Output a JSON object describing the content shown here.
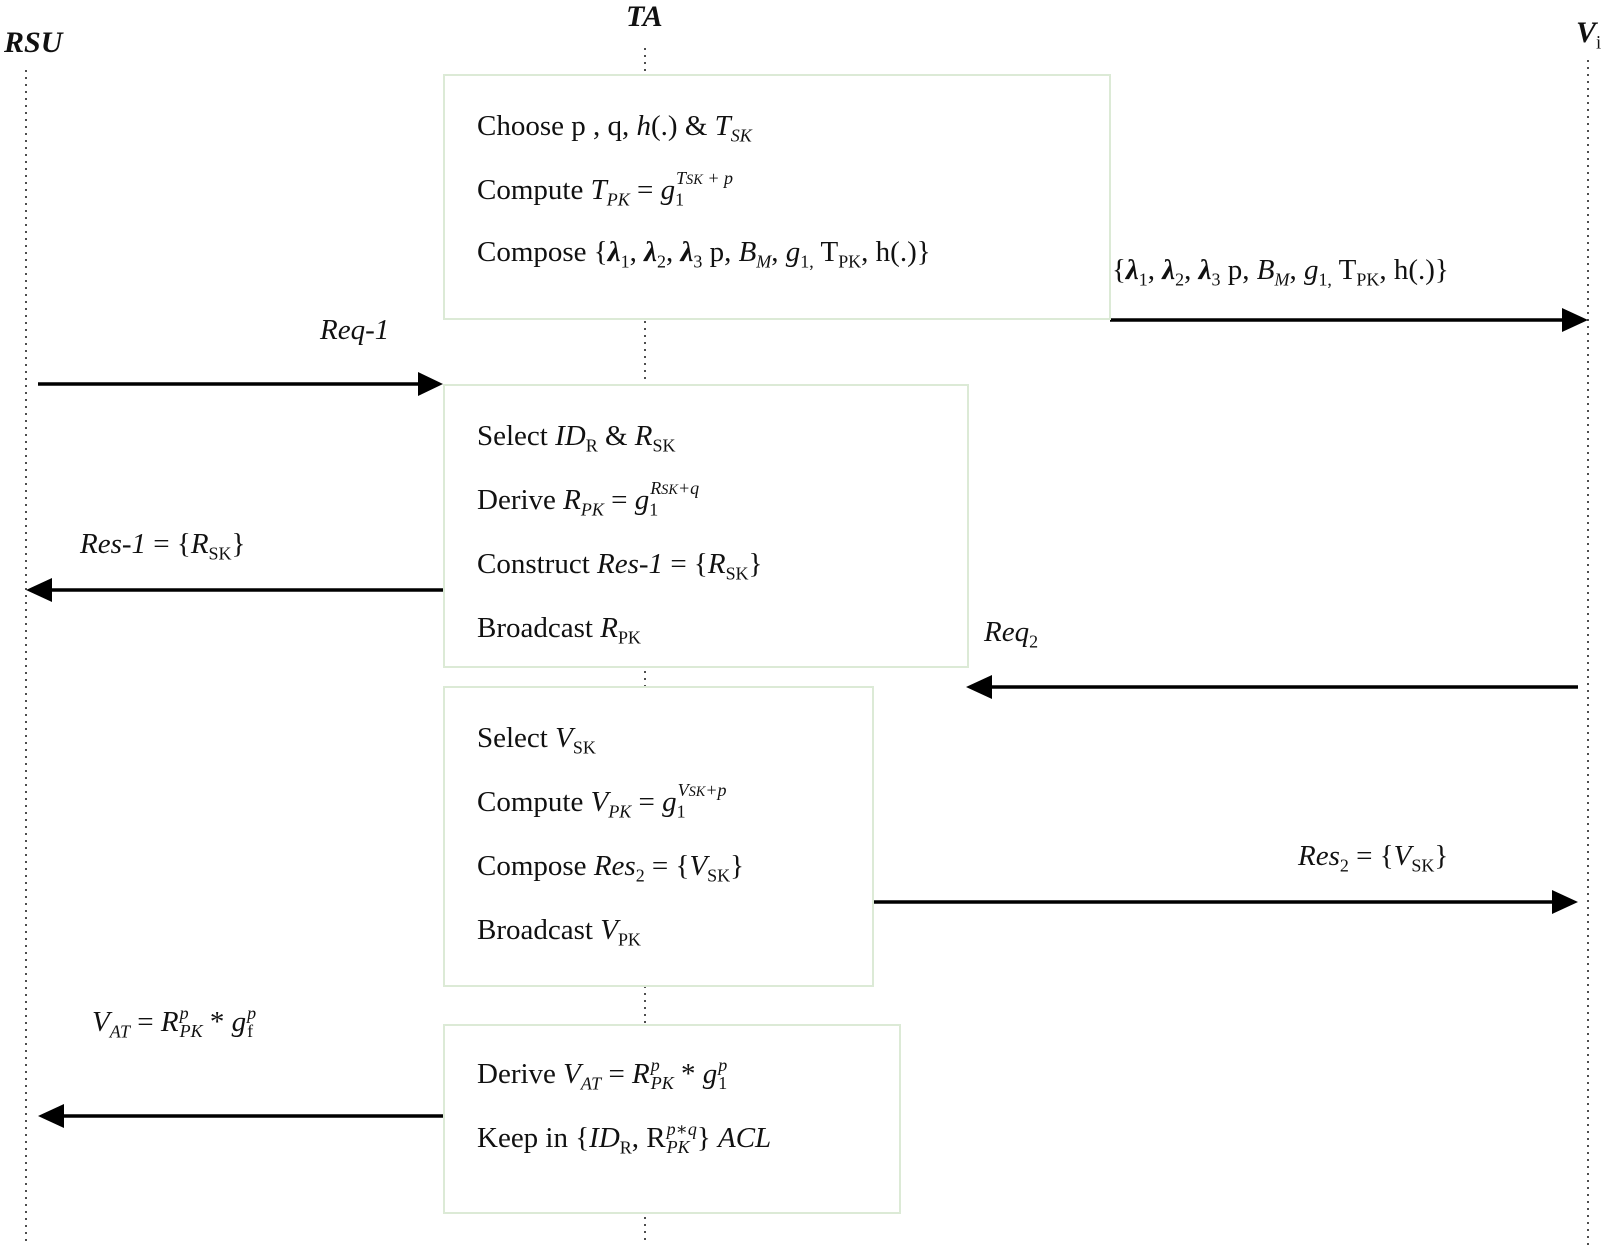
{
  "actors": {
    "rsu": "RSU",
    "ta": "TA",
    "vi": "V",
    "vi_sub": "i"
  },
  "box1": {
    "l1": {
      "a": "Choose p , q,  ",
      "h": "h",
      "b": "(.) &  ",
      "t": "T",
      "t_sub": "SK"
    },
    "l2": {
      "a": "Compute  ",
      "t": "T",
      "t_sub": "PK",
      "eq": " = ",
      "g": "g",
      "g_sub": "1",
      "g_sup": "T",
      "g_sup2": "SK",
      "g_sup3": " + p"
    },
    "l3": {
      "a": "Compose {",
      "l1": "λ",
      "s1": "1",
      "c1": ", ",
      "l2": "λ",
      "s2": "2",
      "c2": ", ",
      "l3": "λ",
      "s3": "3",
      "p": " p, ",
      "bm": "B",
      "bm_sub": "M",
      "c3": ", ",
      "g": "g",
      "g_sub": "1,",
      "tpk": " T",
      "tpk_sub": "PK",
      "end": ", h(.)}"
    }
  },
  "box2": {
    "l1": {
      "a": "Select ",
      "id": "ID",
      "id_sub": "R",
      "b": " & ",
      "r": "R",
      "r_sub": "SK"
    },
    "l2": {
      "a": "Derive  ",
      "r": "R",
      "r_sub": "PK",
      "eq": " = ",
      "g": "g",
      "g_sub": "1",
      "g_sup": "R",
      "g_sup2": "SK",
      "g_sup3": "+q"
    },
    "l3": {
      "a": "Construct ",
      "res": "Res-1",
      "b": " = {",
      "r": "R",
      "r_sub": "SK",
      "end": "}"
    },
    "l4": {
      "a": "Broadcast ",
      "r": "R",
      "r_sub": "PK"
    }
  },
  "box3": {
    "l1": {
      "a": "Select  ",
      "v": "V",
      "v_sub": "SK"
    },
    "l2": {
      "a": "Compute  ",
      "v": "V",
      "v_sub": "PK",
      "eq": " = ",
      "g": "g",
      "g_sub": "1",
      "g_sup": "V",
      "g_sup2": "SK",
      "g_sup3": "+p"
    },
    "l3": {
      "a": "Compose ",
      "res": "Res",
      "res_sub": "2",
      "b": " = {",
      "v": "V",
      "v_sub": "SK",
      "end": "}"
    },
    "l4": {
      "a": "Broadcast ",
      "v": "V",
      "v_sub": "PK"
    }
  },
  "box4": {
    "l1": {
      "a": "Derive  ",
      "v": "V",
      "v_sub": "AT",
      "eq": "  =  ",
      "r": "R",
      "r_sup": "p",
      "r_sub": "PK",
      "op": " * ",
      "g": "g",
      "g_sup": "p",
      "g_sub": "1"
    },
    "l2": {
      "a": "Keep in {",
      "id": "ID",
      "id_sub": "R",
      "c": ",  R",
      "r_sup": "p∗q",
      "r_sub": "PK",
      "end": "} ",
      "acl": "ACL"
    }
  },
  "messages": {
    "to_vi_1": {
      "o": "{",
      "l1": "λ",
      "s1": "1",
      "c1": ", ",
      "l2": "λ",
      "s2": "2",
      "c2": ", ",
      "l3": "λ",
      "s3": "3",
      "p": " p, ",
      "bm": "B",
      "bm_sub": "M",
      "c3": ", ",
      "g": "g",
      "g_sub": "1,",
      "tpk": " T",
      "tpk_sub": "PK",
      "end": ", h(.)}"
    },
    "req1": "Req-1",
    "res1": {
      "res": "Res-1",
      "b": " = {",
      "r": "R",
      "r_sub": "SK",
      "end": "}"
    },
    "req2": {
      "req": "Req",
      "sub": "2"
    },
    "res2": {
      "res": "Res",
      "res_sub": "2",
      "b": " = {",
      "v": "V",
      "v_sub": "SK",
      "end": "}"
    },
    "vat": {
      "v": "V",
      "v_sub": "AT",
      "eq": "  =  ",
      "r": "R",
      "r_sup": "p",
      "r_sub": "PK",
      "op": " * ",
      "g": "g",
      "g_sup": "p",
      "g_sub": "f"
    }
  }
}
